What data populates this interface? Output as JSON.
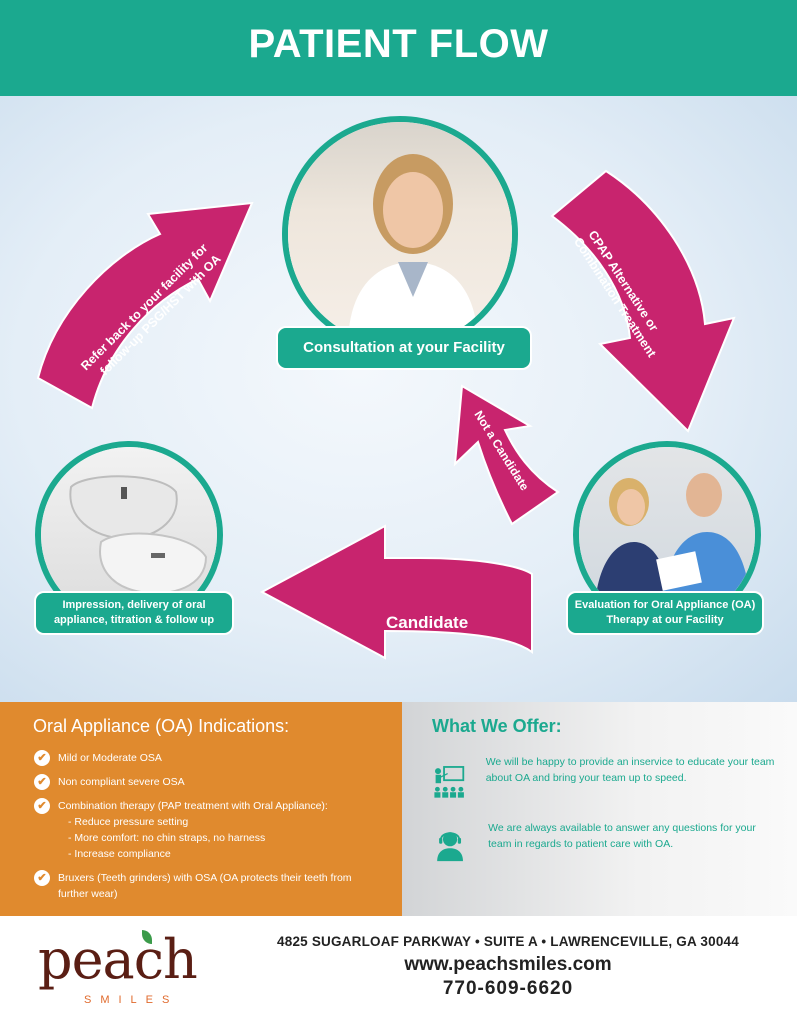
{
  "header": {
    "title": "PATIENT FLOW"
  },
  "flow": {
    "consultation_label": "Consultation at your Facility",
    "evaluation_label": "Evaluation for Oral Appliance (OA) Therapy at our Facility",
    "impression_label": "Impression, delivery of oral appliance, titration & follow up",
    "arrows": {
      "refer_back": [
        "Refer back to your facility for",
        "follow-up PSG/HST with OA"
      ],
      "cpap": [
        "CPAP Alternative or",
        "Combination Treatment"
      ],
      "not_candidate": "Not a Candidate",
      "candidate": "Candidate"
    },
    "colors": {
      "teal": "#1ba98f",
      "magenta": "#c8246e",
      "orange": "#e08a2e"
    }
  },
  "indications": {
    "title": "Oral Appliance (OA) Indications:",
    "items": [
      {
        "text": "Mild or Moderate OSA"
      },
      {
        "text": "Non compliant severe OSA"
      },
      {
        "text": "Combination therapy (PAP treatment with Oral Appliance):",
        "sub": [
          "- Reduce pressure setting",
          "- More comfort: no chin straps, no harness",
          "- Increase compliance"
        ]
      },
      {
        "text": "Bruxers (Teeth grinders) with OSA (OA protects their teeth from further wear)"
      }
    ]
  },
  "offer": {
    "title": "What We Offer:",
    "items": [
      {
        "icon": "presentation-icon",
        "text": "We will be happy to provide an inservice to educate your team about OA and bring your team up to speed."
      },
      {
        "icon": "headset-support-icon",
        "text": "We are always available to answer any questions for your team in regards to patient care with OA."
      }
    ]
  },
  "footer": {
    "logo_word": "peach",
    "logo_sub": "SMILES",
    "address": "4825 SUGARLOAF PARKWAY  •  SUITE A  •  LAWRENCEVILLE, GA 30044",
    "website": "www.peachsmiles.com",
    "phone": "770-609-6620"
  }
}
